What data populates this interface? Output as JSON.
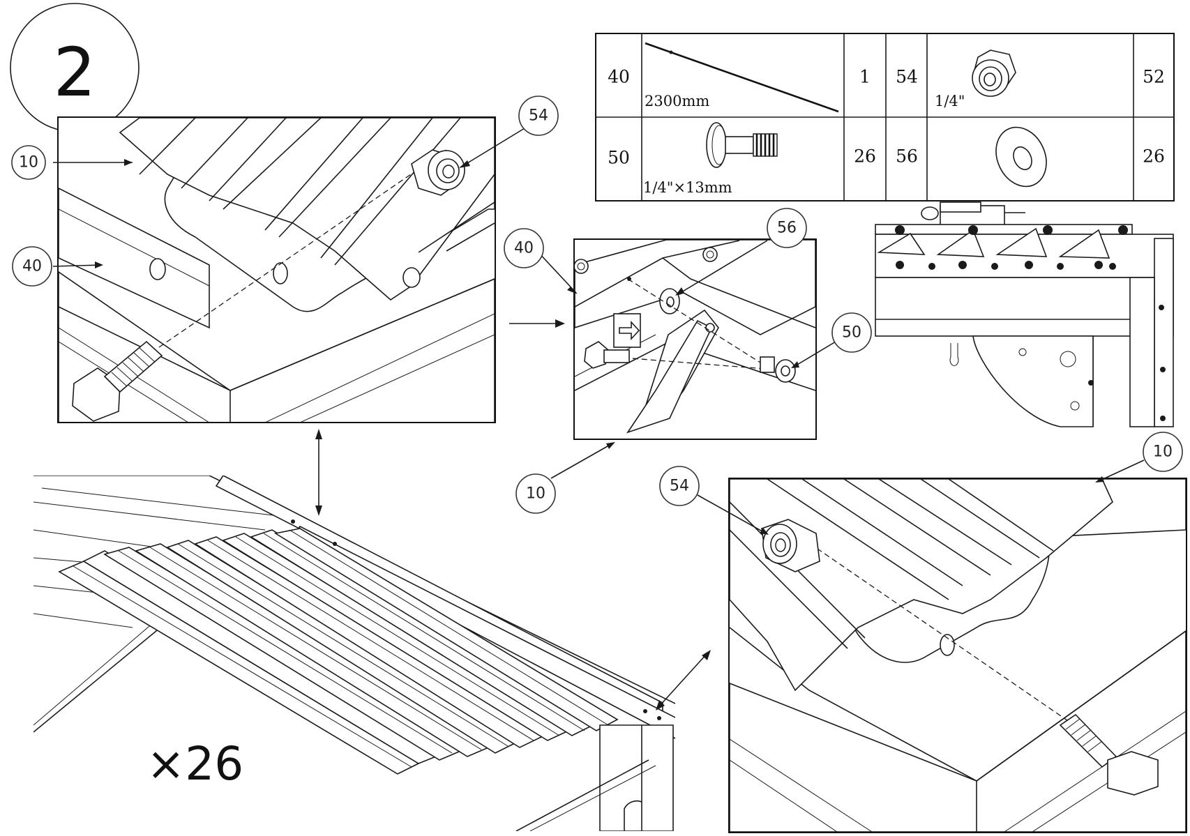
{
  "step": {
    "number": "2"
  },
  "parts_table": {
    "rows": [
      {
        "left_no": "40",
        "left_size": "2300mm",
        "left_qty": "1",
        "right_no": "54",
        "right_size": "1/4\"",
        "right_qty": "52"
      },
      {
        "left_no": "50",
        "left_size": "1/4\"×13mm",
        "left_qty": "26",
        "right_no": "56",
        "right_size": "",
        "right_qty": "26"
      }
    ]
  },
  "callouts": {
    "detail_a": {
      "c10": "10",
      "c54": "54",
      "c40": "40"
    },
    "detail_b": {
      "c40": "40",
      "c56": "56",
      "c50": "50",
      "c10": "10"
    },
    "detail_c": {
      "c54": "54",
      "c10": "10"
    }
  },
  "quantity_note": "×26"
}
